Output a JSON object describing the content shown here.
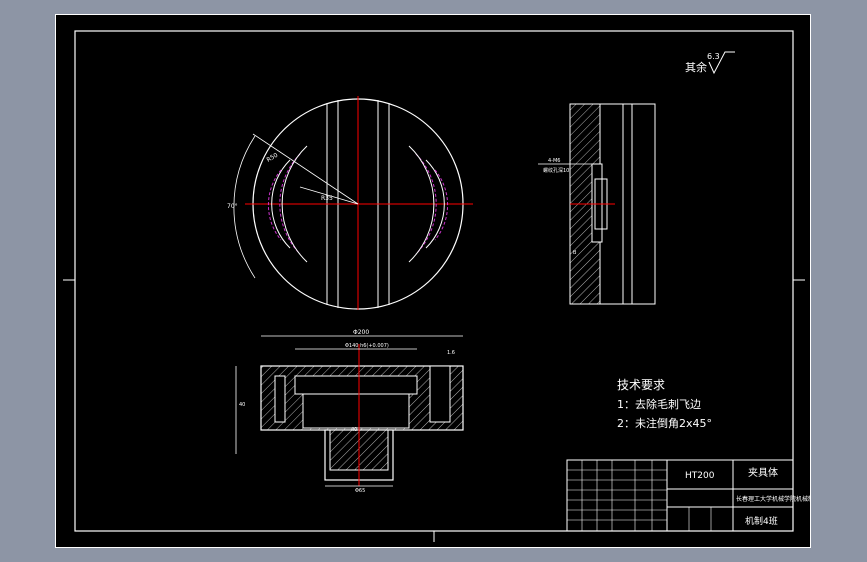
{
  "surface_finish": {
    "label": "其余",
    "value": "6.3"
  },
  "tech_requirements": {
    "title": "技术要求",
    "items": [
      "1：去除毛刺飞边",
      "2：未注倒角2x45°"
    ]
  },
  "title_block": {
    "material": "HT200",
    "part_name": "夹具体",
    "company": "长春理工大学机械学院机械制造",
    "drawing_no": "机制4班"
  },
  "colors": {
    "viewport_bg": "#000000",
    "frame": "#ffffff",
    "centerline": "#ff0000",
    "hidden": "#cc33cc",
    "hatch": "#ffffff",
    "dimension": "#ffffff",
    "app_bg": "#8d95a5"
  }
}
